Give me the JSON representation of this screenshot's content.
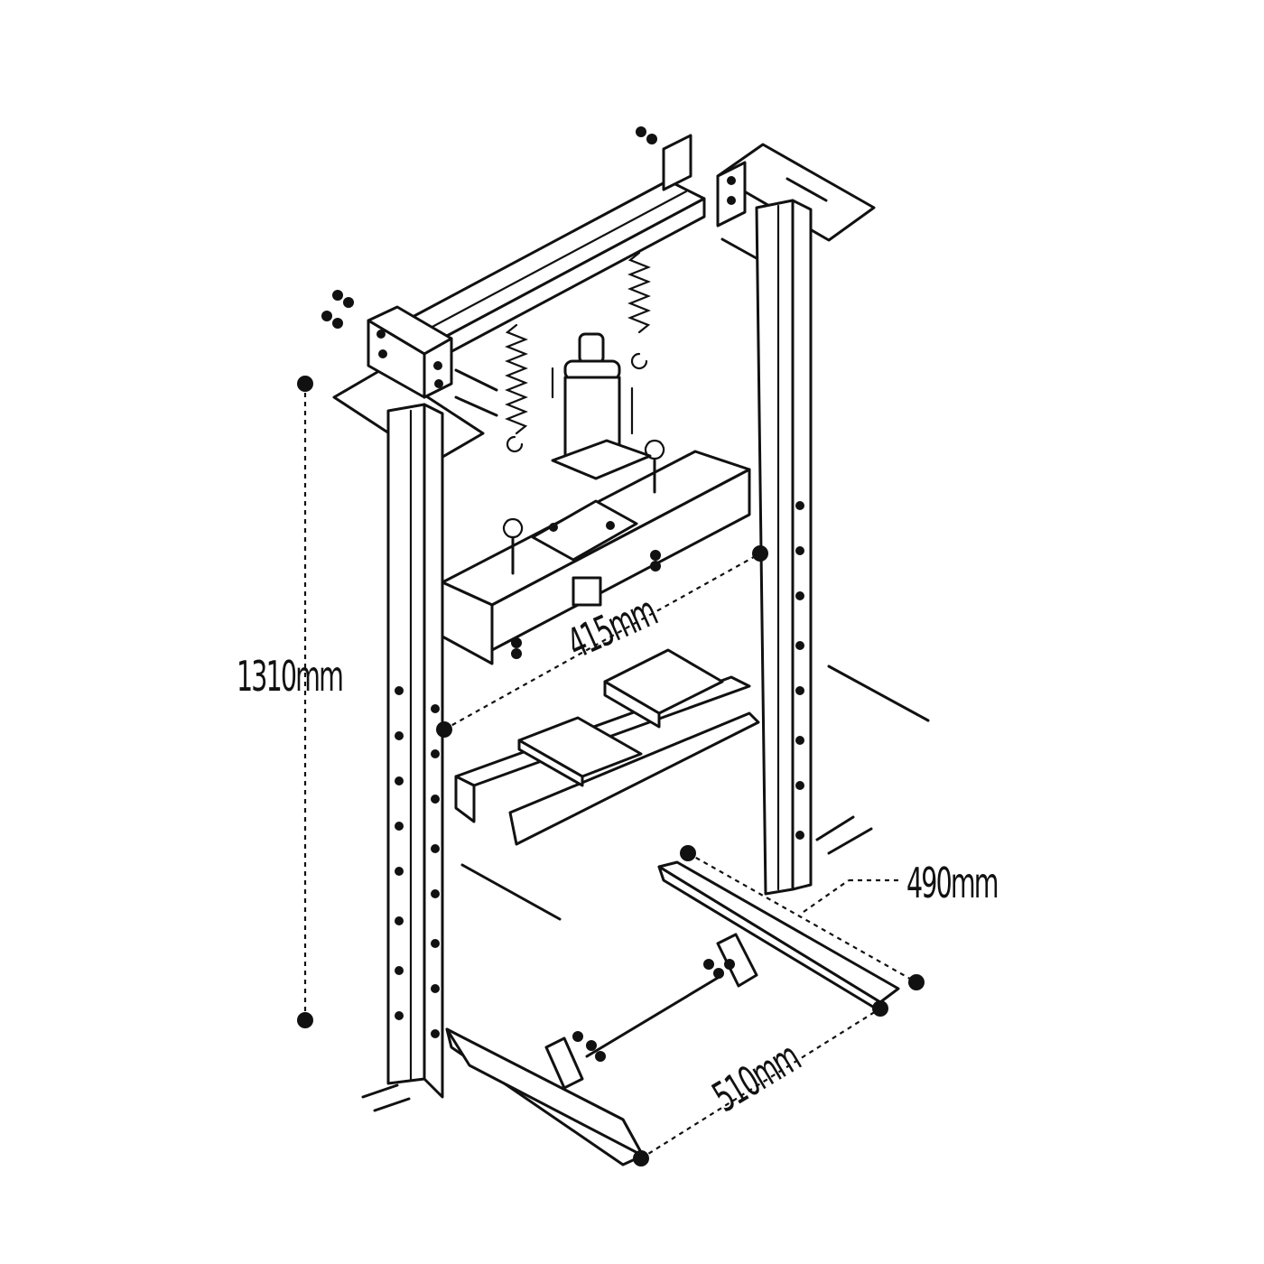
{
  "dimensions": {
    "height": "1310mm",
    "width": "415mm",
    "depth": "490mm",
    "base": "510mm"
  },
  "colors": {
    "ink": "#111111",
    "background": "#ffffff"
  }
}
